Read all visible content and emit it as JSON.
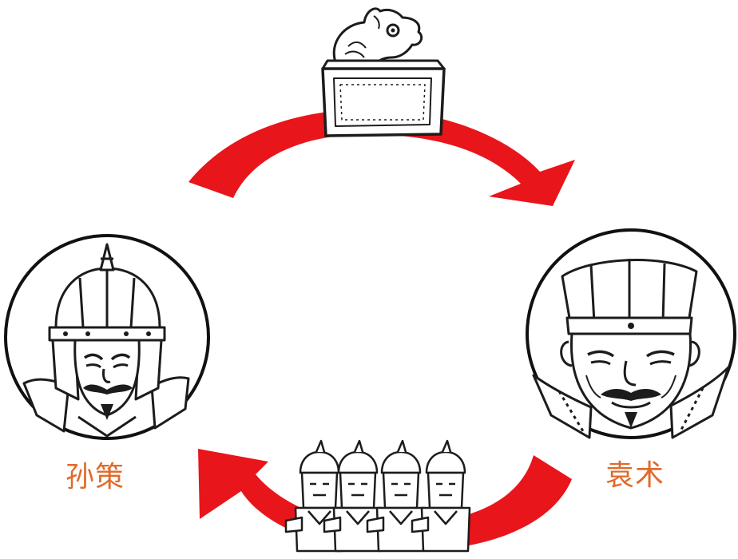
{
  "characters": {
    "left": {
      "name": "孙策",
      "icon": "helmeted-general-portrait"
    },
    "right": {
      "name": "袁术",
      "icon": "court-official-portrait"
    }
  },
  "top_item": {
    "icon": "dragon-imperial-seal"
  },
  "bottom_item": {
    "icon": "soldier-troops"
  },
  "colors": {
    "arrow": "#e8151b",
    "label": "#e06a2b",
    "ink": "#1c1c1c"
  }
}
